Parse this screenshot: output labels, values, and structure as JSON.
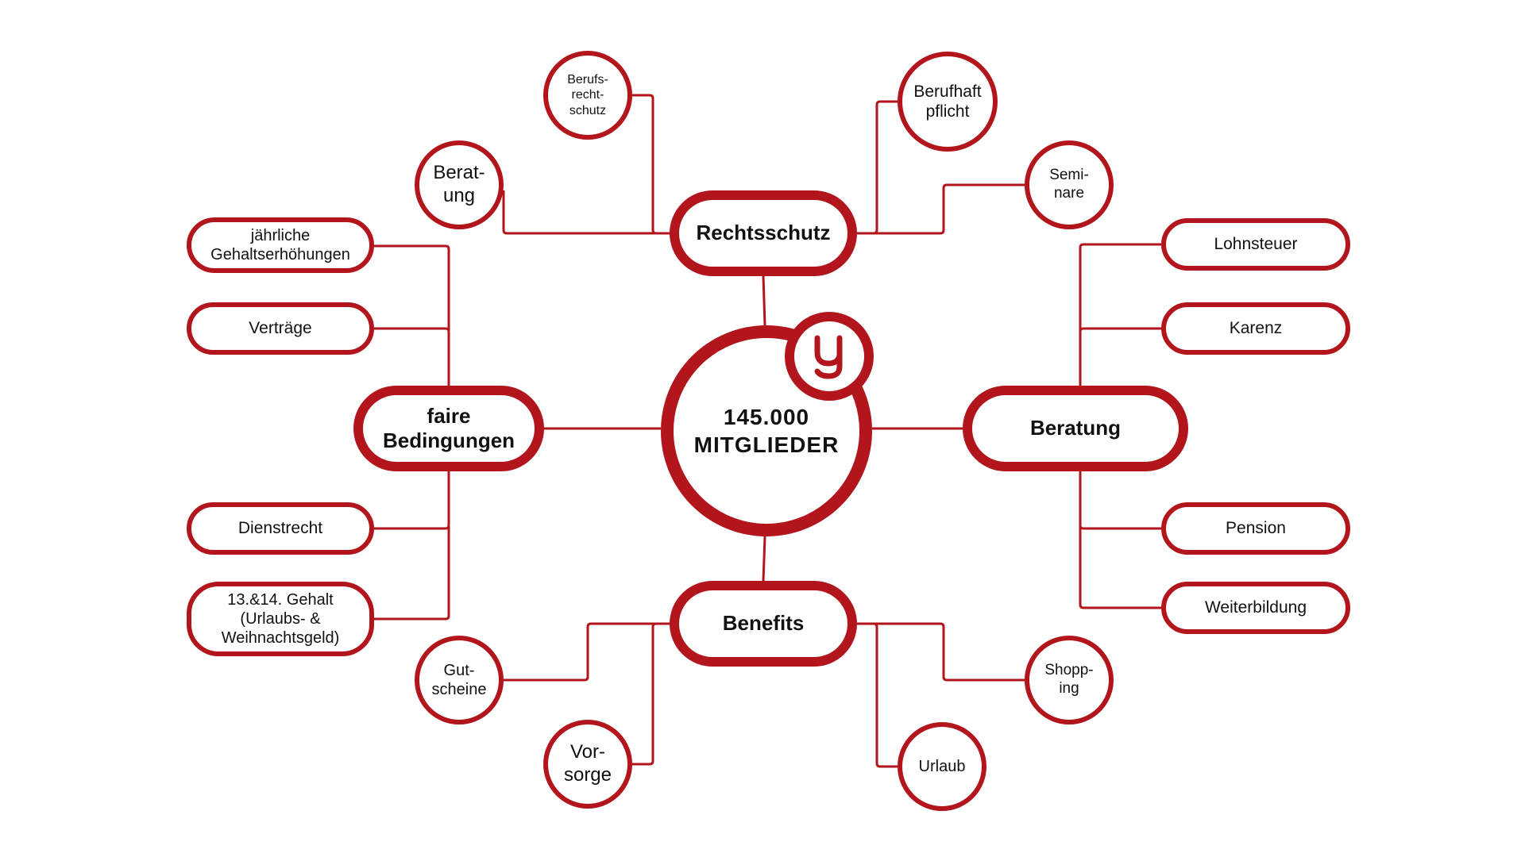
{
  "colors": {
    "accent": "#b2151b",
    "text": "#111111",
    "background": "#ffffff"
  },
  "center": {
    "label": "145.000\nMITGLIEDER",
    "logo_icon": "y-logo-icon"
  },
  "hubs": {
    "rechtsschutz": "Rechtsschutz",
    "faire_bedingungen": "faire\nBedingungen",
    "beratung": "Beratung",
    "benefits": "Benefits"
  },
  "rechtsschutz_items": {
    "berufsrechtschutz": "Berufs-\nrecht-\nschutz",
    "beratung": "Berat-\nung",
    "berufhaftpflicht": "Berufhaft\npflicht",
    "seminare": "Semi-\nnare"
  },
  "bedingungen_items": {
    "gehaltserhoehungen": "jährliche\nGehaltserhöhungen",
    "vertraege": "Verträge",
    "dienstrecht": "Dienstrecht",
    "gehalt": "13.&14. Gehalt\n(Urlaubs- &\nWeihnachtsgeld)"
  },
  "beratung_items": {
    "lohnsteuer": "Lohnsteuer",
    "karenz": "Karenz",
    "pension": "Pension",
    "weiterbildung": "Weiterbildung"
  },
  "benefits_items": {
    "gutscheine": "Gut-\nscheine",
    "vorsorge": "Vor-\nsorge",
    "shopping": "Shopp-\ning",
    "urlaub": "Urlaub"
  }
}
